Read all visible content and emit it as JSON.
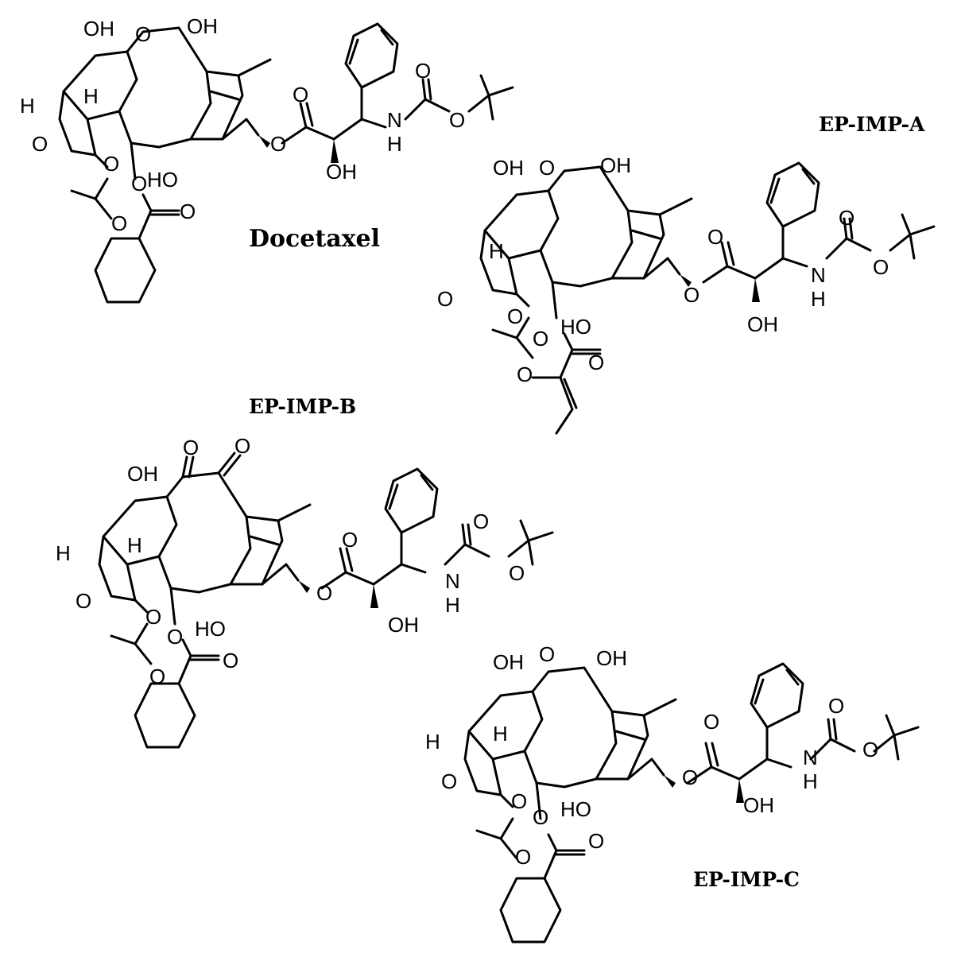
{
  "captions": {
    "docetaxel": "Docetaxel",
    "imp_a": "EP-IMP-A",
    "imp_b": "EP-IMP-B",
    "imp_c": "EP-IMP-C"
  },
  "atoms": {
    "OH": "OH",
    "HO": "HO",
    "O": "O",
    "H": "H",
    "N": "N"
  },
  "colors": {
    "ink": "#000000",
    "background": "#ffffff"
  }
}
